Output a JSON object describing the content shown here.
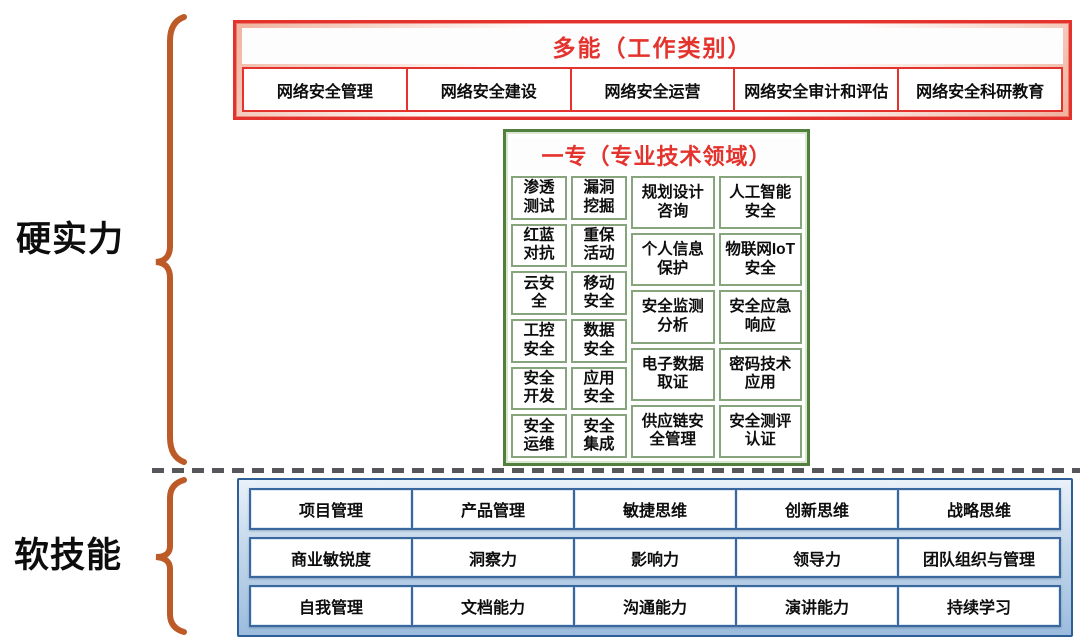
{
  "sections": {
    "hard_label": "硬实力",
    "soft_label": "软技能"
  },
  "multi_skill_box": {
    "title": "多能（工作类别）",
    "items": [
      "网络安全管理",
      "网络安全建设",
      "网络安全运营",
      "网络安全审计和评估",
      "网络安全科研教育"
    ]
  },
  "specialty_box": {
    "title": "一专（专业技术领域）",
    "columns": [
      {
        "cells": [
          "渗透\n测试",
          "红蓝\n对抗",
          "云安\n全",
          "工控\n安全",
          "安全\n开发",
          "安全\n运维"
        ]
      },
      {
        "cells": [
          "漏洞\n挖掘",
          "重保\n活动",
          "移动\n安全",
          "数据\n安全",
          "应用\n安全",
          "安全\n集成"
        ]
      },
      {
        "cells": [
          "规划设计\n咨询",
          "个人信息\n保护",
          "安全监测\n分析",
          "电子数据\n取证",
          "供应链安\n全管理"
        ]
      },
      {
        "cells": [
          "人工智能\n安全",
          "物联网IoT\n安全",
          "安全应急\n响应",
          "密码技术\n应用",
          "安全测评\n认证"
        ]
      }
    ]
  },
  "soft_skill_box": {
    "rows": [
      {
        "cells": [
          "项目管理",
          "产品管理",
          "敏捷思维",
          "创新思维",
          "战略思维"
        ]
      },
      {
        "cells": [
          "商业敏锐度",
          "洞察力",
          "影响力",
          "领导力",
          "团队组织与管理"
        ]
      },
      {
        "cells": [
          "自我管理",
          "文档能力",
          "沟通能力",
          "演讲能力",
          "持续学习"
        ]
      }
    ]
  },
  "colors": {
    "red_accent": "#e4332d",
    "green_border": "#51803c",
    "green_cell_border": "#86a57c",
    "blue_border": "#2e5e96",
    "blue_cell_border": "#3a679e",
    "brace_orange": "#bd5b28",
    "divider_gray": "#56575a"
  }
}
